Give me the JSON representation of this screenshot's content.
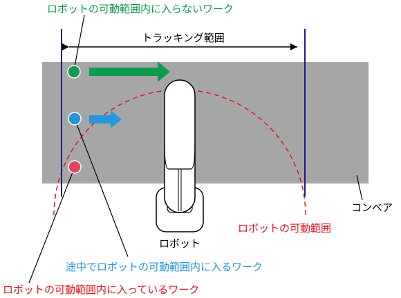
{
  "labels": {
    "top_label": "ロボットの可動範囲内に入らないワーク",
    "tracking_range": "トラッキング範囲",
    "conveyor": "コンベア",
    "robot": "ロボット",
    "robot_range": "ロボットの可動範囲",
    "entering_label": "途中でロボットの可動範囲内に入るワーク",
    "inside_label": "ロボットの可動範囲内に入っているワーク"
  },
  "colors": {
    "green": "#0f9a4e",
    "blue": "#2696d8",
    "red": "#e2445e",
    "range_red": "#e0141e",
    "boundary": "#1e1a86",
    "conveyor": "#a6a6a6"
  }
}
